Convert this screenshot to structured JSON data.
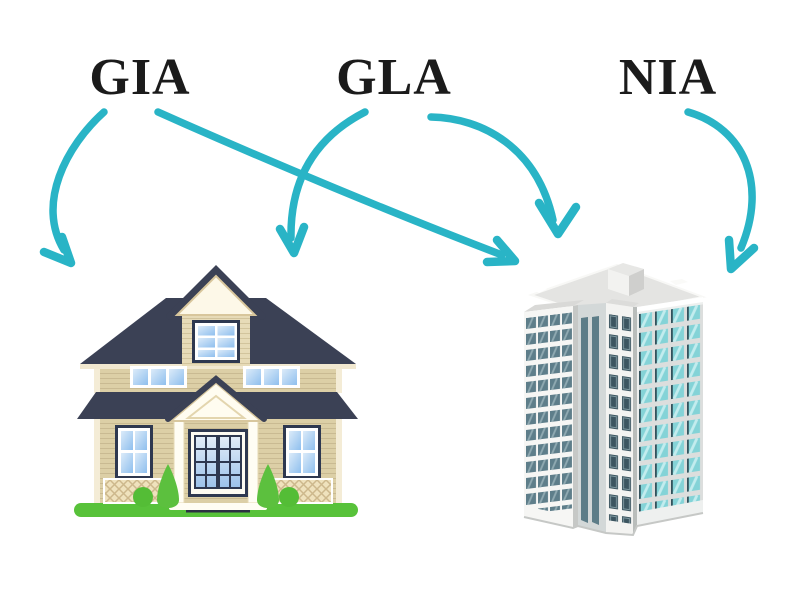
{
  "page": {
    "background_color": "#ffffff"
  },
  "labels": [
    {
      "id": "gia",
      "text": "GIA"
    },
    {
      "id": "gla",
      "text": "GLA"
    },
    {
      "id": "nia",
      "text": "NIA"
    }
  ],
  "arrows": [
    {
      "from": "GIA",
      "to": "house"
    },
    {
      "from": "GIA",
      "to": "office-building"
    },
    {
      "from": "GLA",
      "to": "house"
    },
    {
      "from": "GLA",
      "to": "office-building"
    },
    {
      "from": "NIA",
      "to": "office-building"
    }
  ],
  "illustrations": [
    {
      "id": "house",
      "description": "two-story suburban house"
    },
    {
      "id": "office-building",
      "description": "high-rise office building"
    }
  ],
  "colors": {
    "arrow": "#29b4c6",
    "label_text": "#1b1b1b",
    "house_roof": "#3b4155",
    "house_wall": "#dccfa6",
    "house_trim": "#f3ebd3",
    "glass_blue": "#a9cdf1",
    "grass_green": "#58c23a",
    "bush_green": "#5cc03e",
    "building_face": "#f6f6f4",
    "building_teal_glass": "#84d3d7",
    "building_slate_glass": "#5e7e8a"
  }
}
